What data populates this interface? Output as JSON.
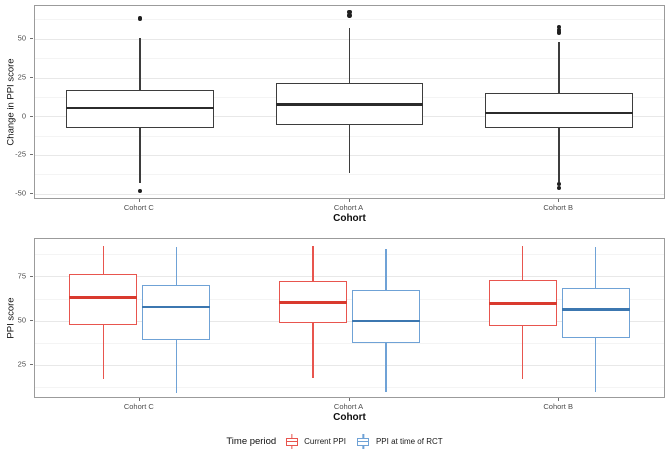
{
  "colors": {
    "dark": "#3d3d3d",
    "dark_median": "#2b2b2b",
    "red": "#e8554e",
    "red_median": "#d93a2e",
    "blue": "#6fa2d6",
    "blue_median": "#3c77b0",
    "grid_major": "#e8e8e8",
    "grid_minor": "#f4f4f4",
    "panel_border": "#9b9b9b",
    "tick_text": "#4d4d4d",
    "axis_title_text": "#0f0f0f",
    "outlier": "#1f1f1f"
  },
  "chart_data": [
    {
      "type": "boxplot",
      "xlabel": "Cohort",
      "ylabel": "Change in PPI score",
      "categories": [
        "Cohort C",
        "Cohort A",
        "Cohort B"
      ],
      "ylim": [
        -52.5,
        71.5
      ],
      "yticks": [
        50,
        25,
        0,
        -25,
        -50
      ],
      "yticks_minor": [
        62.5,
        37.5,
        12.5,
        -12.5,
        -37.5
      ],
      "grid": true,
      "layout": {
        "box_width_frac": 0.235,
        "dodge_frac": 0
      },
      "series": [
        {
          "name": "Change in PPI",
          "color_key": "dark",
          "boxes": [
            {
              "category": "Cohort C",
              "whisker_low": -43,
              "q1": -7,
              "median": 5.5,
              "q3": 17.5,
              "whisker_high": 51,
              "outliers": [
                63.5,
                -48
              ]
            },
            {
              "category": "Cohort A",
              "whisker_low": -36.5,
              "q1": -5.5,
              "median": 8,
              "q3": 22,
              "whisker_high": 57.5,
              "outliers": [
                65.5,
                67.5
              ]
            },
            {
              "category": "Cohort B",
              "whisker_low": -42,
              "q1": -7,
              "median": 2.5,
              "q3": 15.5,
              "whisker_high": 48.5,
              "outliers": [
                58,
                56,
                54.5,
                -43.5,
                -46
              ]
            }
          ]
        }
      ]
    },
    {
      "type": "boxplot",
      "xlabel": "Cohort",
      "ylabel": "PPI score",
      "categories": [
        "Cohort C",
        "Cohort A",
        "Cohort B"
      ],
      "ylim": [
        7,
        96.5
      ],
      "yticks": [
        75,
        50,
        25
      ],
      "yticks_minor": [
        87.5,
        62.5,
        37.5,
        12.5
      ],
      "grid": true,
      "layout": {
        "box_width_frac": 0.108,
        "dodge_frac": 0.058
      },
      "series": [
        {
          "name": "Current PPI",
          "color_key": "red",
          "boxes": [
            {
              "category": "Cohort C",
              "whisker_low": 17,
              "q1": 48,
              "median": 63.5,
              "q3": 76.5,
              "whisker_high": 92.5,
              "outliers": []
            },
            {
              "category": "Cohort A",
              "whisker_low": 17.5,
              "q1": 49,
              "median": 60.5,
              "q3": 72.5,
              "whisker_high": 92.5,
              "outliers": []
            },
            {
              "category": "Cohort B",
              "whisker_low": 17,
              "q1": 47,
              "median": 60,
              "q3": 73.5,
              "whisker_high": 92.5,
              "outliers": []
            }
          ]
        },
        {
          "name": "PPI at time of RCT",
          "color_key": "blue",
          "boxes": [
            {
              "category": "Cohort C",
              "whisker_low": 9.5,
              "q1": 39.5,
              "median": 58,
              "q3": 70.5,
              "whisker_high": 92,
              "outliers": []
            },
            {
              "category": "Cohort A",
              "whisker_low": 10,
              "q1": 37.5,
              "median": 50,
              "q3": 67.5,
              "whisker_high": 91,
              "outliers": []
            },
            {
              "category": "Cohort B",
              "whisker_low": 10,
              "q1": 40.5,
              "median": 56.5,
              "q3": 68.5,
              "whisker_high": 92,
              "outliers": []
            }
          ]
        }
      ]
    }
  ],
  "legend": {
    "title": "Time period",
    "items": [
      {
        "label": "Current PPI",
        "color_key": "red"
      },
      {
        "label": "PPI at time of RCT",
        "color_key": "blue"
      }
    ]
  }
}
